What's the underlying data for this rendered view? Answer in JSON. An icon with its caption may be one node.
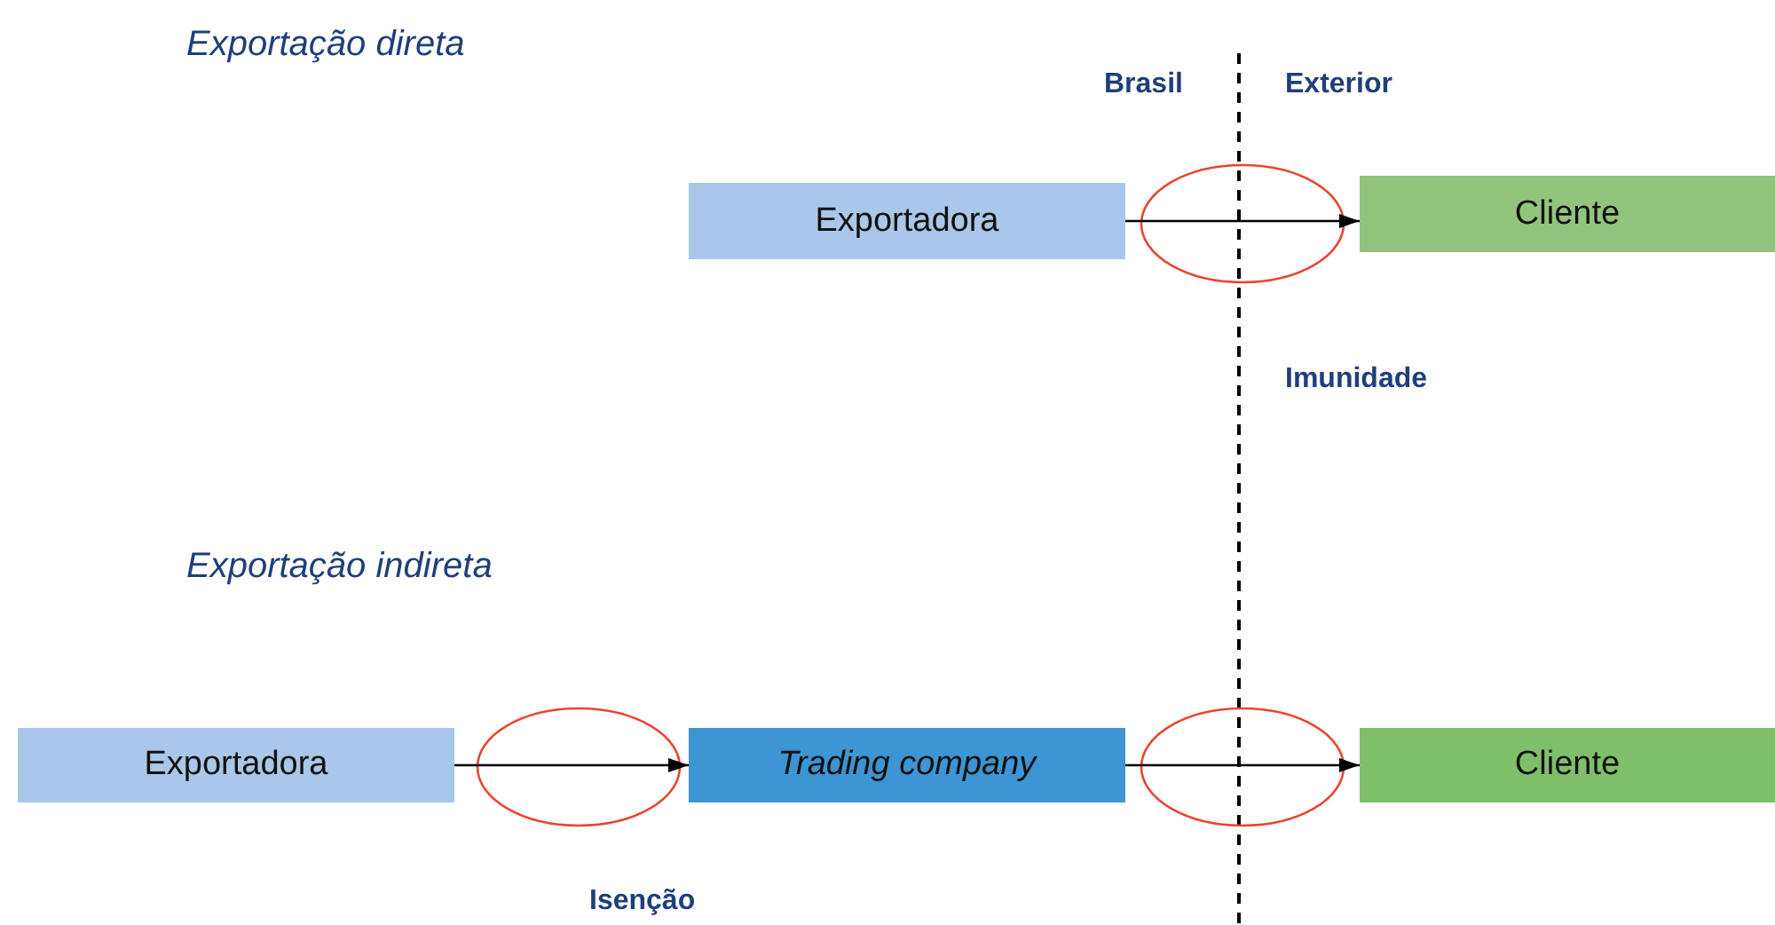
{
  "diagram": {
    "nodes": [
      {
        "text": [
          "Exportadora"
        ]
      },
      {
        "text": [
          "Cliente"
        ]
      },
      {
        "text": [
          "Exportadora"
        ]
      },
      {
        "text": [
          "Trading company"
        ]
      },
      {
        "text": [
          "Cliente"
        ]
      }
    ],
    "edges": [
      {
        "from": 0,
        "to": 1,
        "arrow": "to"
      },
      {
        "from": 2,
        "to": 3,
        "arrow": "to"
      },
      {
        "from": 3,
        "to": 4,
        "arrow": "to"
      }
    ],
    "labels": [
      "Exportação direta",
      "Brasil",
      "Exterior",
      "Imunidade",
      "Exportação indireta",
      "Isenção"
    ]
  }
}
